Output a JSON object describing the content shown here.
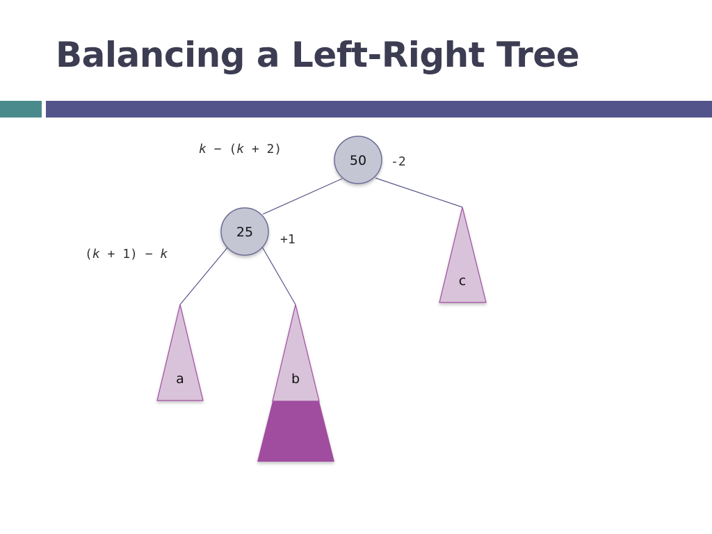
{
  "slide": {
    "title": "Balancing a Left-Right Tree"
  },
  "diagram": {
    "root": {
      "value": "50",
      "balance": "-2",
      "annotation": {
        "a": "k",
        "b": " − (",
        "c": "k",
        "d": " + 2)"
      }
    },
    "left_child": {
      "value": "25",
      "balance": "+1",
      "annotation": {
        "a": "(",
        "b": "k",
        "c": " + 1) − ",
        "d": "k"
      }
    },
    "subtrees": {
      "a": "a",
      "b": "b",
      "c": "c"
    }
  },
  "colors": {
    "title": "#3c3c52",
    "accent_teal": "#4a8a8c",
    "accent_blue": "#53548a",
    "node_fill": "#c5c6d4",
    "node_stroke": "#6c6d94",
    "subtree_fill": "#d9c3da",
    "subtree_stroke": "#a04ea0",
    "subtree_extension": "#a04ea0",
    "edge": "#55558a"
  }
}
